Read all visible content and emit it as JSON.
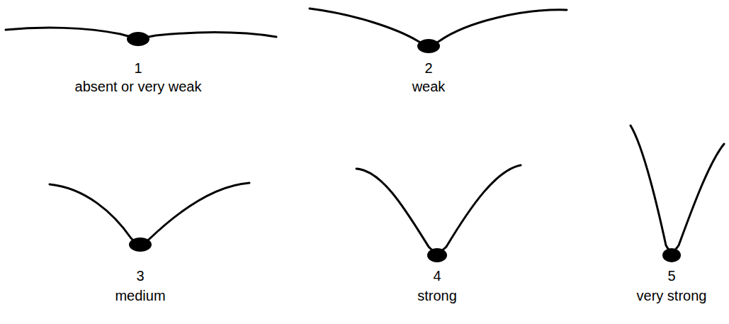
{
  "diagram": {
    "labels": [
      "1",
      "absent or very weak",
      "2",
      "weak",
      "3",
      "medium",
      "4",
      "strong",
      "5",
      "very strong"
    ]
  }
}
